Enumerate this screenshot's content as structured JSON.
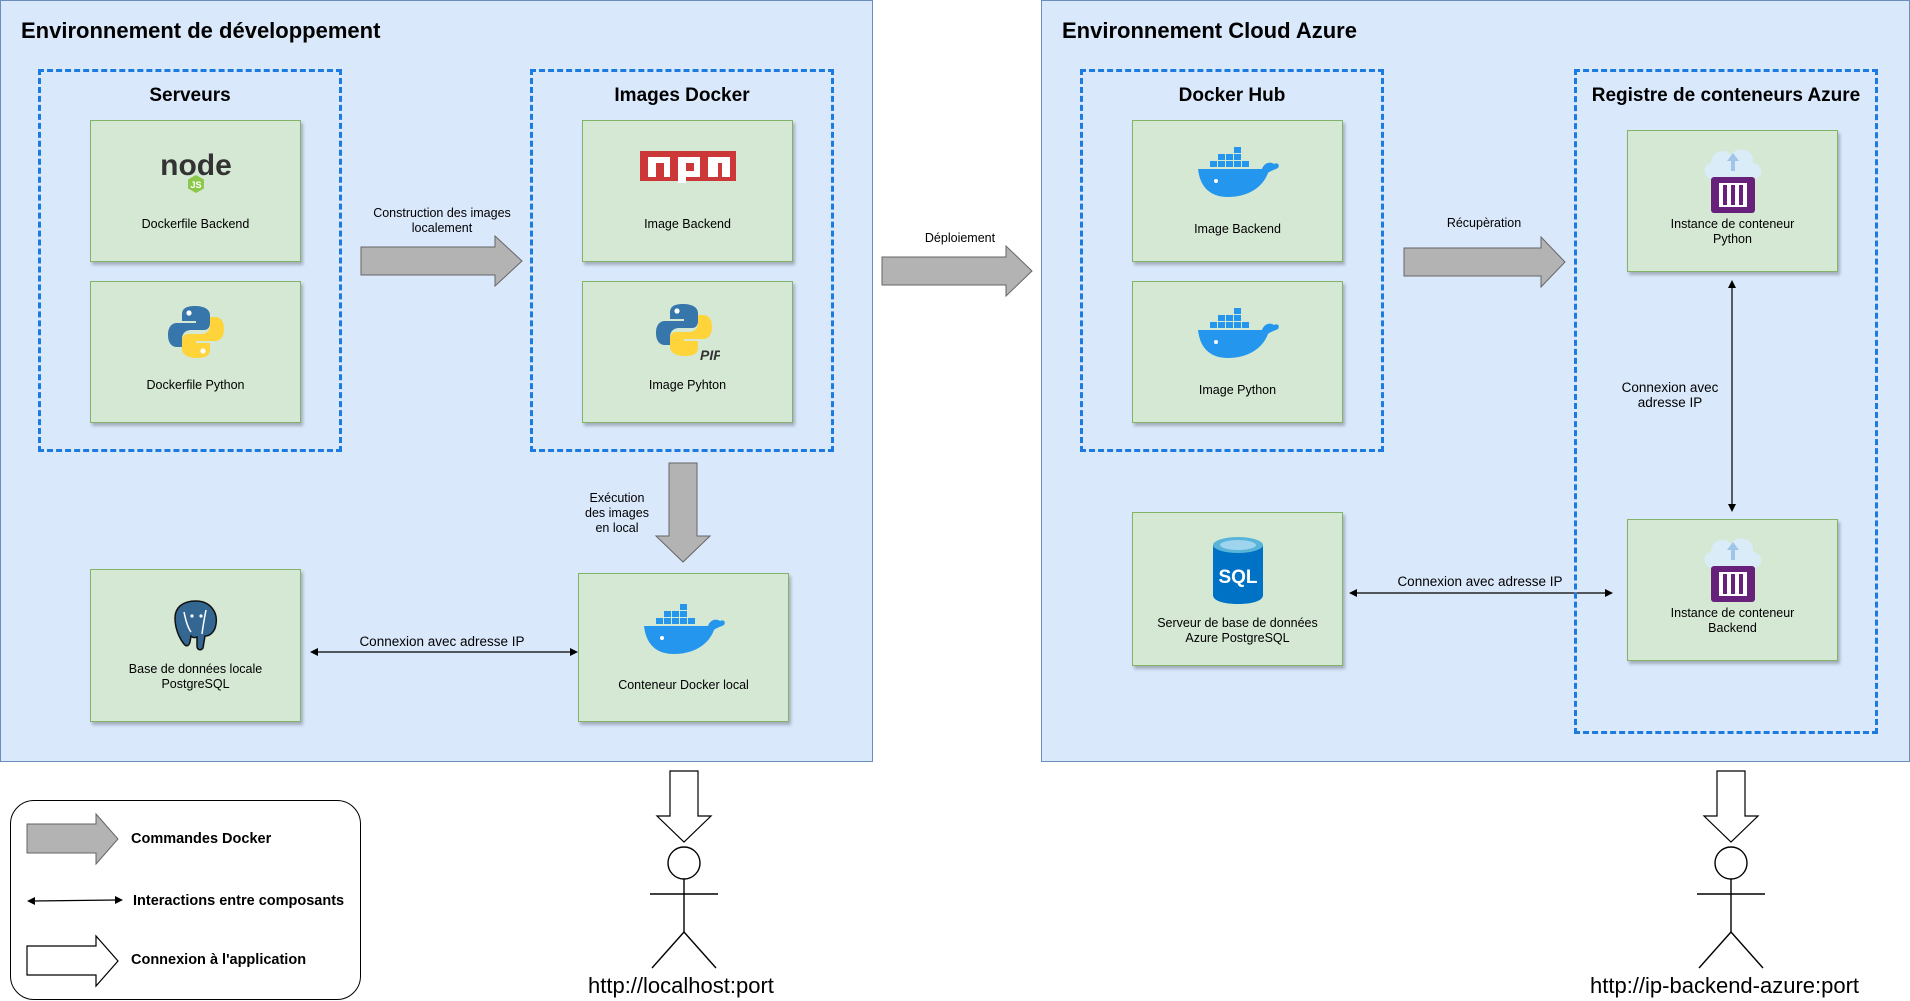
{
  "dev": {
    "title": "Environnement de développement",
    "servers": {
      "title": "Serveurs",
      "backend_label": "Dockerfile Backend",
      "python_label": "Dockerfile Python",
      "backend_icon": "nodejs-icon",
      "python_icon": "python-icon"
    },
    "images": {
      "title": "Images Docker",
      "backend_label": "Image Backend",
      "python_label": "Image Pyhton",
      "backend_icon": "npm-icon",
      "python_icon": "python-pip-icon"
    },
    "build_arrow_label": "Construction des images\nlocalement",
    "exec_arrow_label": "Exécution\ndes images\nen local",
    "db_label": "Base de données locale\nPostgreSQL",
    "container_label": "Conteneur Docker local",
    "db_connection_label": "Connexion avec adresse IP",
    "url": "http://localhost:port"
  },
  "deploy_label": "Déploiement",
  "cloud": {
    "title": "Environnement Cloud Azure",
    "hub": {
      "title": "Docker Hub",
      "backend_label": "Image Backend",
      "python_label": "Image Python"
    },
    "registry": {
      "title": "Registre de conteneurs Azure",
      "python_instance_label": "Instance de conteneur\nPython",
      "backend_instance_label": "Instance de conteneur\nBackend",
      "ip_connection_label": "Connexion avec\nadresse IP"
    },
    "fetch_label": "Récupèration",
    "sql_label": "Serveur de base de données\nAzure PostgreSQL",
    "sql_connection_label": "Connexion avec adresse IP",
    "url": "http://ip-backend-azure:port"
  },
  "legend": {
    "docker_commands": "Commandes Docker",
    "interactions": "Interactions entre composants",
    "app_connection": "Connexion à l'application"
  },
  "colors": {
    "env_fill": "#dae8fc",
    "env_border": "#6c8ebf",
    "group_border": "#1c7be0",
    "card_fill": "#d5e8d4",
    "card_border": "#82b366",
    "arrow_fill": "#b3b3b3",
    "docker_blue": "#2496ed"
  }
}
